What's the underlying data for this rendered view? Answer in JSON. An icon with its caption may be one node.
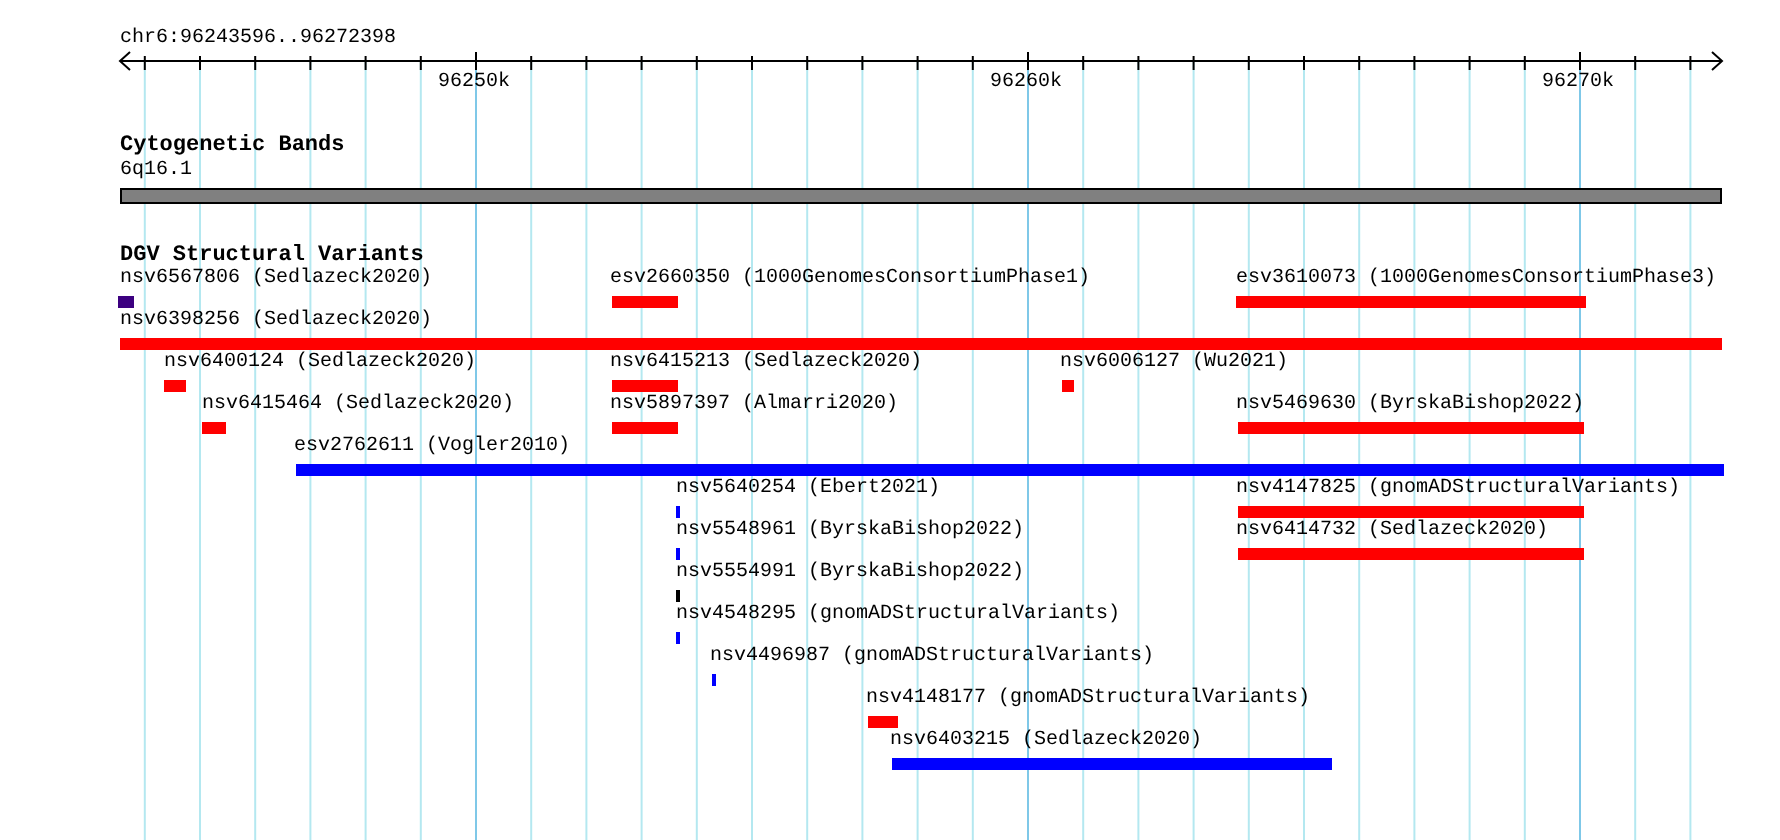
{
  "diagram": {
    "title": "chr6:96243596..96272398",
    "nodes": [
      {
        "text": [
          "6q16.1"
        ]
      },
      {
        "text": [
          "nsv6567806 (Sedlazeck2020)"
        ]
      },
      {
        "text": [
          "esv2660350 (1000GenomesConsortiumPhase1)"
        ]
      },
      {
        "text": [
          "esv3610073 (1000GenomesConsortiumPhase3)"
        ]
      },
      {
        "text": [
          "nsv6398256 (Sedlazeck2020)"
        ]
      },
      {
        "text": [
          "nsv6400124 (Sedlazeck2020)"
        ]
      },
      {
        "text": [
          "nsv6415213 (Sedlazeck2020)"
        ]
      },
      {
        "text": [
          "nsv6006127 (Wu2021)"
        ]
      },
      {
        "text": [
          "nsv6415464 (Sedlazeck2020)"
        ]
      },
      {
        "text": [
          "nsv5897397 (Almarri2020)"
        ]
      },
      {
        "text": [
          "nsv5469630 (ByrskaBishop2022)"
        ]
      },
      {
        "text": [
          "esv2762611 (Vogler2010)"
        ]
      },
      {
        "text": [
          "nsv5640254 (Ebert2021)"
        ]
      },
      {
        "text": [
          "nsv4147825 (gnomADStructuralVariants)"
        ]
      },
      {
        "text": [
          "nsv5548961 (ByrskaBishop2022)"
        ]
      },
      {
        "text": [
          "nsv6414732 (Sedlazeck2020)"
        ]
      },
      {
        "text": [
          "nsv5554991 (ByrskaBishop2022)"
        ]
      },
      {
        "text": [
          "nsv4548295 (gnomADStructuralVariants)"
        ]
      },
      {
        "text": [
          "nsv4496987 (gnomADStructuralVariants)"
        ]
      },
      {
        "text": [
          "nsv4148177 (gnomADStructuralVariants)"
        ]
      },
      {
        "text": [
          "nsv6403215 (Sedlazeck2020)"
        ]
      }
    ],
    "labels": [
      "96250k",
      "96260k",
      "96270k",
      "Cytogenetic Bands",
      "DGV Structural Variants"
    ]
  }
}
